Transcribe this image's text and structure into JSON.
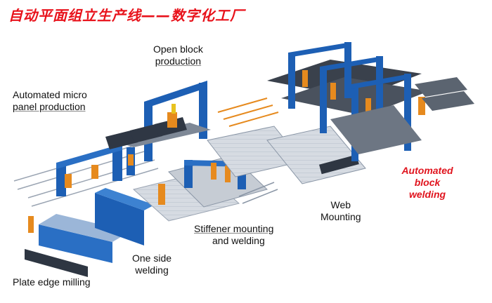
{
  "title": "自动平面组立生产线——数字化工厂",
  "labels": {
    "open_block": [
      "Open block",
      "production"
    ],
    "micro_panel": [
      "Automated micro",
      "panel production"
    ],
    "stiffener": [
      "Stiffener mounting",
      "and welding"
    ],
    "one_side": [
      "One side",
      "welding"
    ],
    "plate_edge": "Plate edge milling",
    "web_mounting": [
      "Web",
      "Mounting"
    ],
    "auto_block": [
      "Automated",
      "block",
      "welding"
    ]
  },
  "colors": {
    "title_red": "#e8121b",
    "machine_blue": "#1d5fb4",
    "robot_orange": "#e68a1e",
    "rail_gray": "#8a96a6"
  }
}
